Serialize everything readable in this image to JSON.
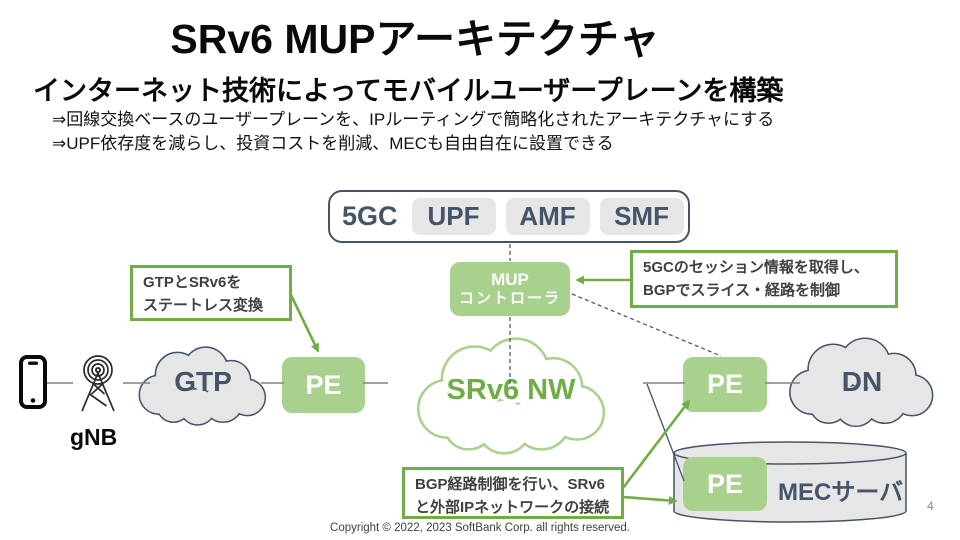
{
  "slide": {
    "title": "SRv6 MUPアーキテクチャ",
    "subtitle": "インターネット技術によってモバイルユーザープレーンを構築",
    "bullets": [
      "⇒回線交換ベースのユーザープレーンを、IPルーティングで簡略化されたアーキテクチャにする",
      "⇒UPF依存度を減らし、投資コストを削減、MECも自由自在に設置できる"
    ],
    "copyright": "Copyright © 2022, 2023 SoftBank Corp. all rights reserved.",
    "page_number": "4"
  },
  "five_gc": {
    "label": "5GC",
    "chips": [
      "UPF",
      "AMF",
      "SMF"
    ]
  },
  "mup_controller": {
    "line1": "MUP",
    "line2": "コントローラ"
  },
  "callouts": {
    "left": {
      "line1": "GTPとSRv6を",
      "line2": "ステートレス変換"
    },
    "right": {
      "line1": "5GCのセッション情報を取得し、",
      "line2": "BGPでスライス・経路を制御"
    },
    "bottom": {
      "line1": "BGP経路制御を行い、SRv6",
      "line2": "と外部IPネットワークの接続"
    }
  },
  "nodes": {
    "gnb_label": "gNB",
    "gtp_cloud": "GTP",
    "srv6_cloud": "SRv6 NW",
    "dn_cloud": "DN",
    "pe_left": "PE",
    "pe_right": "PE",
    "pe_mec": "PE",
    "mec_server": "MECサーバ"
  },
  "colors": {
    "node_green_fill": "#a9d18e",
    "callout_green": "#70ad47",
    "slate_blue": "#44546a",
    "cloud_gray": "#e7e6e6",
    "text_dark": "#404040"
  }
}
